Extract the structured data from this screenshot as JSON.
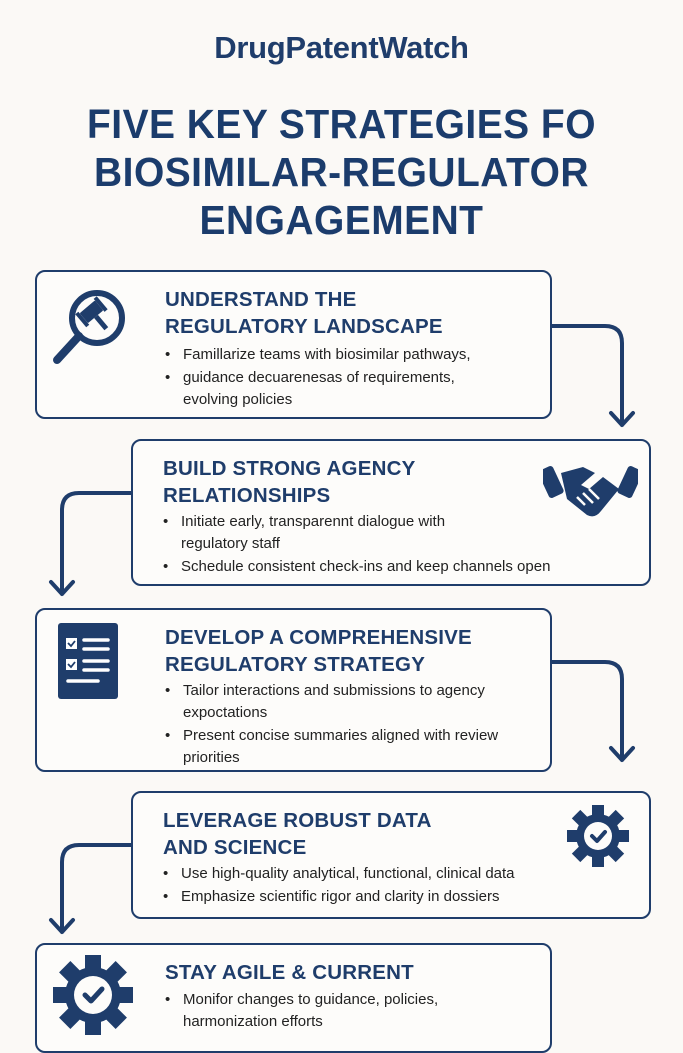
{
  "brand": "DrugPatentWatch",
  "headline": [
    "FIVE KEY STRATEGIES FO",
    "BIOSIMILAR-REGULATOR",
    "ENGAGEMENT"
  ],
  "colors": {
    "primary": "#1f3d6b",
    "background": "#fbf9f6",
    "text": "#222222"
  },
  "strategies": [
    {
      "icon": "magnifier-gavel-icon",
      "title": [
        "UNDERSTAND THE",
        "REGULATORY LANDSCAPE"
      ],
      "bullets": [
        "Famillarize teams with biosimilar pathways,",
        "guidance decuarenesas of requirements, evolving policies"
      ]
    },
    {
      "icon": "handshake-icon",
      "title": [
        "BUILD STRONG AGENCY",
        "RELATIONSHIPS"
      ],
      "bullets": [
        "Initiate early, transparennt dialogue with regulatory staff",
        "Schedule consistent check-ins and keep channels open"
      ]
    },
    {
      "icon": "checklist-icon",
      "title": [
        "DEVELOP A COMPREHENSIVE",
        "REGULATORY STRATEGY"
      ],
      "bullets": [
        "Tailor interactions and submissions  to agency expoctations",
        "Present concise summaries aligned with review priorities"
      ]
    },
    {
      "icon": "gear-check-icon",
      "title": [
        "LEVERAGE ROBUST DATA",
        "AND SCIENCE"
      ],
      "bullets": [
        "Use high-quality analytical, functional, clinical data",
        "Emphasize scientific rigor and clarity in dossiers"
      ]
    },
    {
      "icon": "gear-check-icon",
      "title": [
        "STAY AGILE & CURRENT"
      ],
      "bullets": [
        "Monifor changes to guidance, policies, harmonization efforts"
      ]
    }
  ]
}
